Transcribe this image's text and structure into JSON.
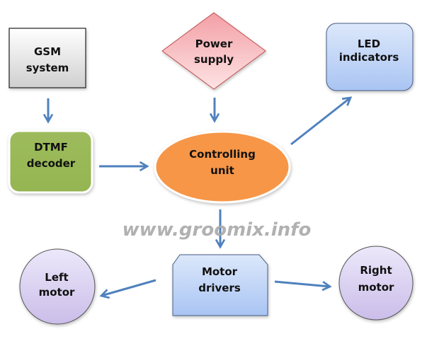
{
  "diagram": {
    "type": "block-diagram",
    "nodes": [
      {
        "id": "gsm",
        "shape": "rectangle",
        "lines": [
          "GSM",
          "system"
        ],
        "color": "#d9d9d9"
      },
      {
        "id": "dtmf",
        "shape": "rounded-rectangle",
        "lines": [
          "DTMF",
          "decoder"
        ],
        "color": "#9bbb59"
      },
      {
        "id": "power",
        "shape": "diamond",
        "lines": [
          "Power",
          "supply"
        ],
        "color": "#f4a7a9"
      },
      {
        "id": "led",
        "shape": "rounded-rectangle",
        "lines": [
          "LED",
          "indicators"
        ],
        "color": "#c6d9f7"
      },
      {
        "id": "controller",
        "shape": "ellipse",
        "lines": [
          "Controlling",
          "unit"
        ],
        "color": "#f79646"
      },
      {
        "id": "motor_drivers",
        "shape": "snipped-rectangle",
        "lines": [
          "Motor",
          "drivers"
        ],
        "color": "#c6d9f7"
      },
      {
        "id": "left_motor",
        "shape": "circle",
        "lines": [
          "Left",
          "motor"
        ],
        "color": "#d9d2f0"
      },
      {
        "id": "right_motor",
        "shape": "circle",
        "lines": [
          "Right",
          "motor"
        ],
        "color": "#d9d2f0"
      }
    ],
    "edges": [
      {
        "from": "gsm",
        "to": "dtmf"
      },
      {
        "from": "dtmf",
        "to": "controller"
      },
      {
        "from": "power",
        "to": "controller"
      },
      {
        "from": "controller",
        "to": "led"
      },
      {
        "from": "controller",
        "to": "motor_drivers"
      },
      {
        "from": "motor_drivers",
        "to": "left_motor"
      },
      {
        "from": "motor_drivers",
        "to": "right_motor"
      }
    ],
    "arrow_color": "#4f81bd",
    "watermark": "www.groomix.info"
  }
}
